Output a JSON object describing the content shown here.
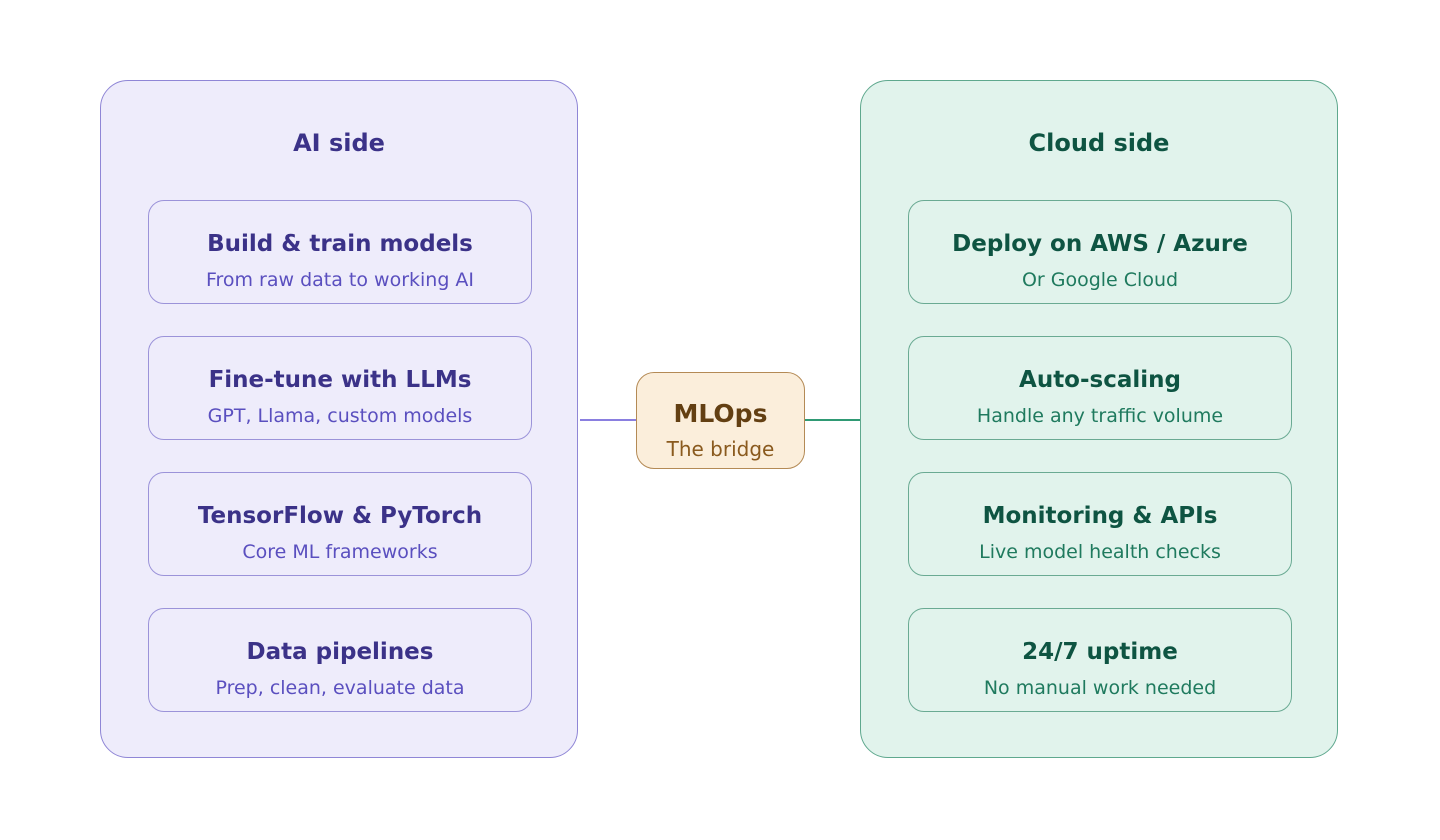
{
  "ai_side": {
    "title": "AI side",
    "cards": [
      {
        "title": "Build & train models",
        "subtitle": "From raw data to working AI"
      },
      {
        "title": "Fine-tune with LLMs",
        "subtitle": "GPT, Llama, custom models"
      },
      {
        "title": "TensorFlow & PyTorch",
        "subtitle": "Core ML frameworks"
      },
      {
        "title": "Data pipelines",
        "subtitle": "Prep, clean, evaluate data"
      }
    ]
  },
  "bridge": {
    "title": "MLOps",
    "subtitle": "The bridge"
  },
  "cloud_side": {
    "title": "Cloud side",
    "cards": [
      {
        "title": "Deploy on AWS / Azure",
        "subtitle": "Or Google Cloud"
      },
      {
        "title": "Auto-scaling",
        "subtitle": "Handle any traffic volume"
      },
      {
        "title": "Monitoring & APIs",
        "subtitle": "Live model health checks"
      },
      {
        "title": "24/7 uptime",
        "subtitle": "No manual work needed"
      }
    ]
  },
  "colors": {
    "ai_accent": "#3b3288",
    "cloud_accent": "#0e5442",
    "bridge_accent": "#633f12"
  }
}
